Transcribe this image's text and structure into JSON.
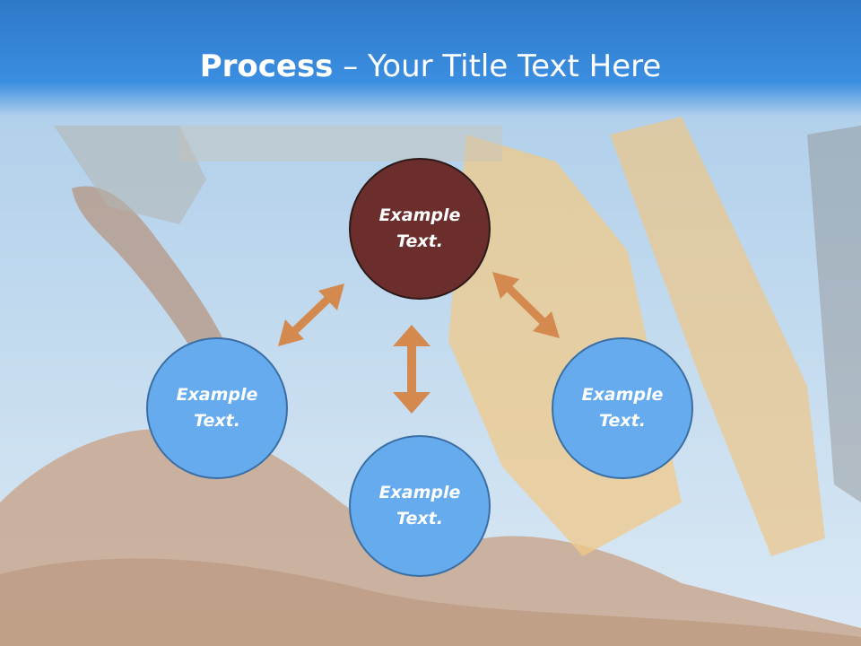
{
  "slide": {
    "title_bold": "Process",
    "title_rest": " – Your Title Text Here"
  },
  "nodes": {
    "top": {
      "line1": "Example",
      "line2": "Text."
    },
    "left": {
      "line1": "Example",
      "line2": "Text."
    },
    "right": {
      "line1": "Example",
      "line2": "Text."
    },
    "bottom": {
      "line1": "Example",
      "line2": "Text."
    }
  },
  "colors": {
    "header": "#3a8ee0",
    "top_node": "#6b2e2d",
    "blue_node": "#65abee",
    "arrow": "#d4894f"
  }
}
